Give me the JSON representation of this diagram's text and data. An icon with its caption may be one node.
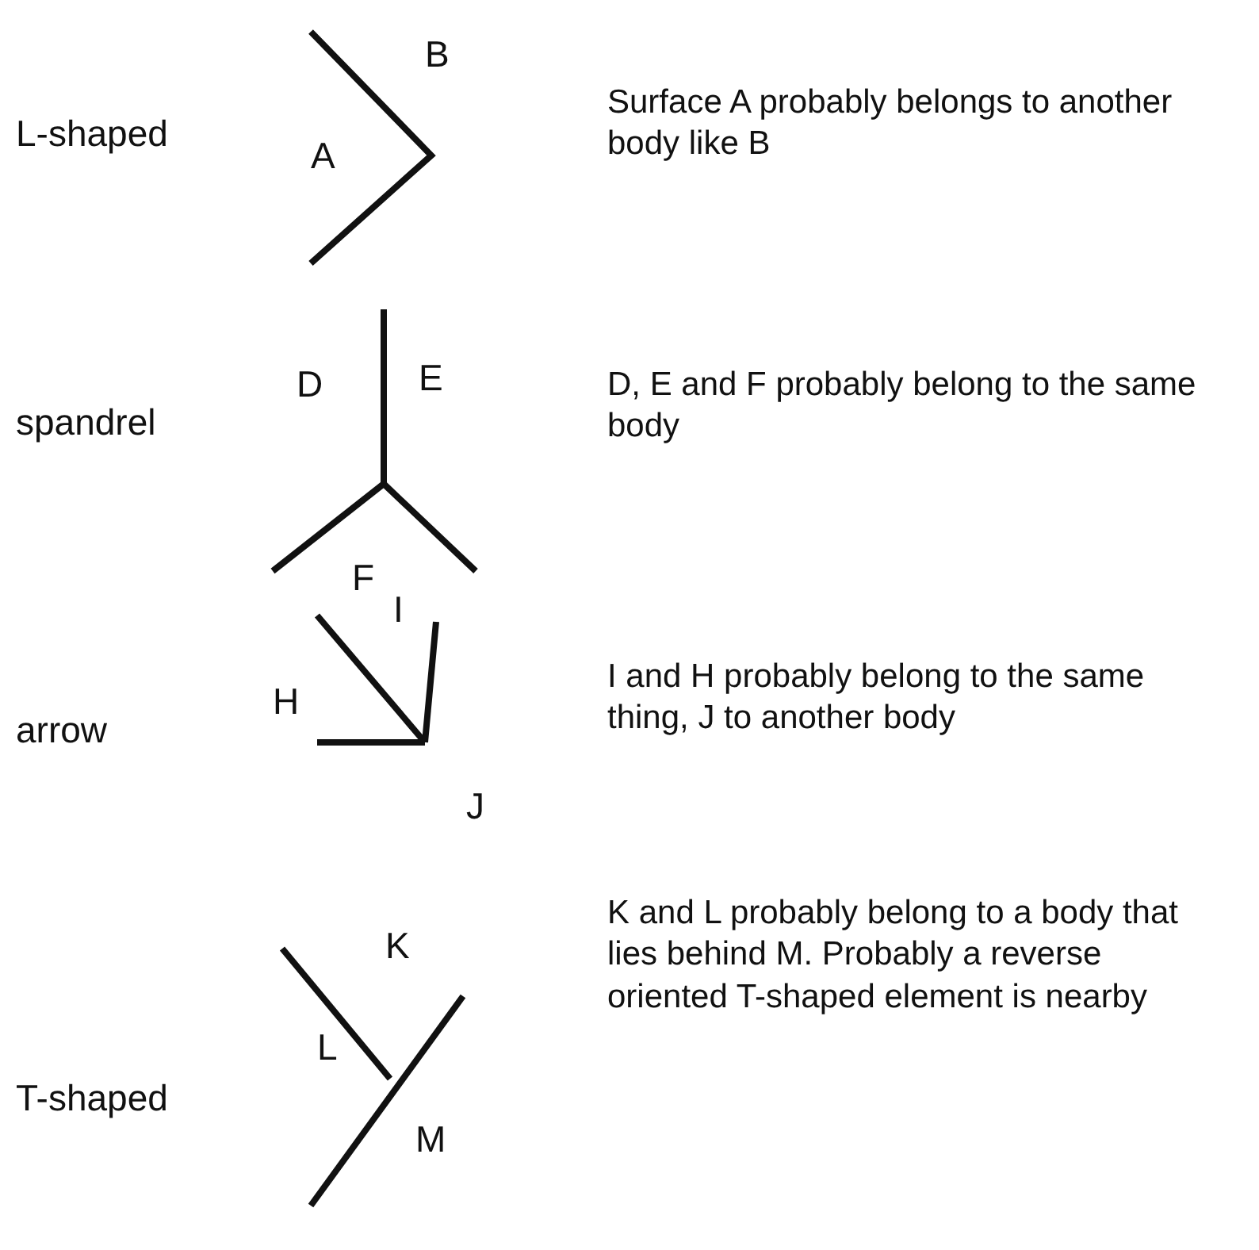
{
  "diagram": {
    "labels": [
      "B",
      "L-shaped",
      "A",
      "Surface A probably belongs to another body like B",
      "D",
      "E",
      "spandrel",
      "D, E and F probably belong to the same body",
      "F",
      "I",
      "arrow",
      "H",
      "I and H probably belong to the same thing, J to another body",
      "J",
      "K",
      "T-shaped",
      "L",
      "K and L probably belong to a body that lies behind M. Probably a reverse oriented T-shaped element is nearby",
      "M"
    ]
  }
}
